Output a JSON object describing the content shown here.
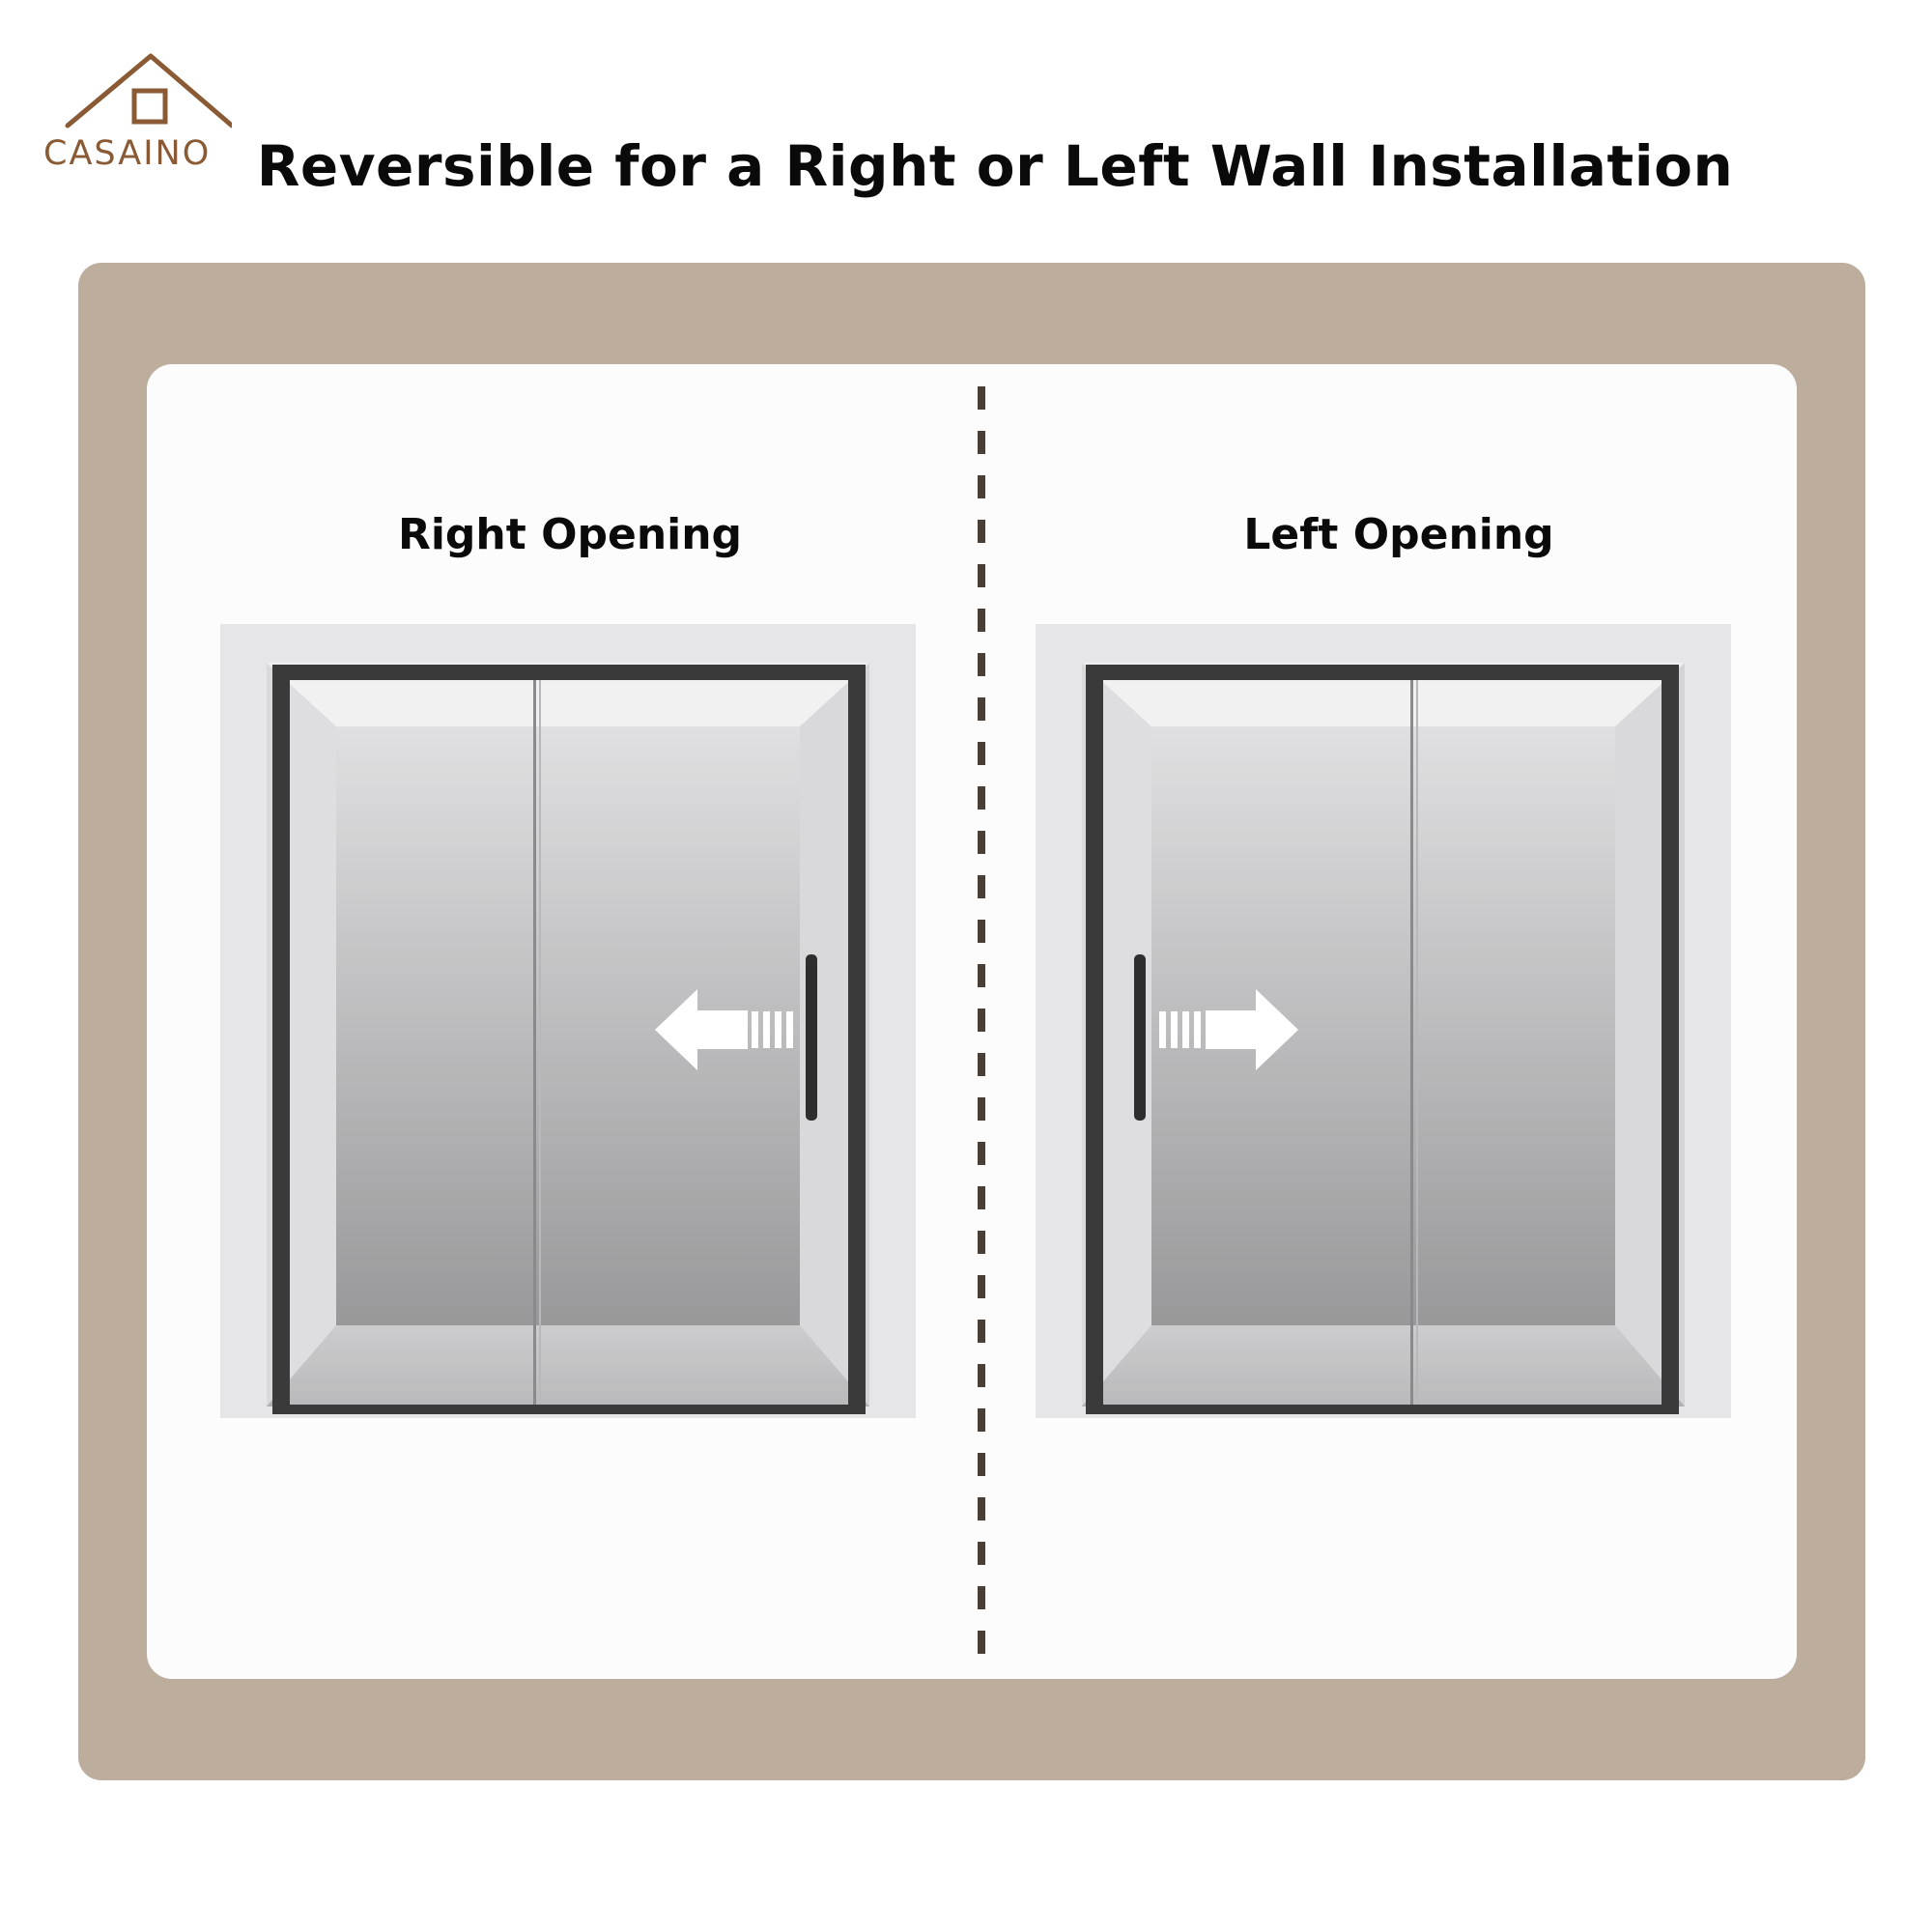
{
  "brand": {
    "name": "CASAINO",
    "logo_icon": "house-roof-logo",
    "brand_color": "#8a5a34"
  },
  "headline": "Reversible for a Right or Left Wall Installation",
  "colors": {
    "frame": "#bdad9d",
    "panel": "#fcfcfd",
    "divider": "#4a3f36",
    "door_frame": "#3a3a3a"
  },
  "options": [
    {
      "label": "Right Opening",
      "arrow_direction": "left",
      "arrow_icon": "arrow-left-icon"
    },
    {
      "label": "Left Opening",
      "arrow_direction": "right",
      "arrow_icon": "arrow-right-icon"
    }
  ]
}
